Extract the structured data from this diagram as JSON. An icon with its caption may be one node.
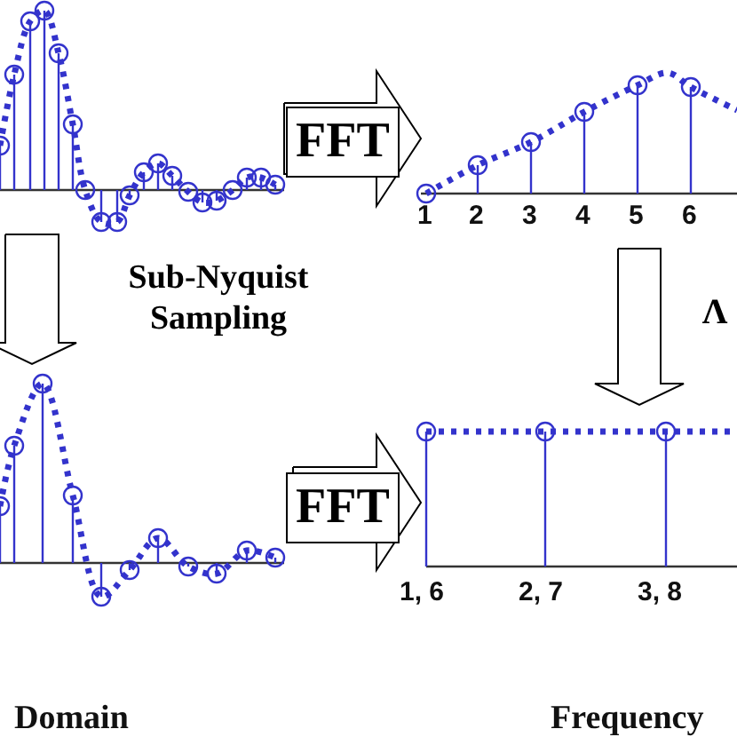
{
  "diagram": {
    "nodes": [
      {
        "text": [],
        "shape": "chart"
      },
      {
        "text": [],
        "shape": "chart"
      },
      {
        "text": [],
        "shape": "chart"
      },
      {
        "text": [],
        "shape": "chart"
      }
    ],
    "edges": [
      {
        "from": 0,
        "to": 1,
        "arrow": "to",
        "label": "FFT"
      },
      {
        "from": 0,
        "to": 2,
        "arrow": "to",
        "label": "Sub-Nyquist Sampling"
      },
      {
        "from": 1,
        "to": 3,
        "arrow": "to",
        "label": "Λ"
      },
      {
        "from": 2,
        "to": 3,
        "arrow": "to",
        "label": "FFT"
      }
    ],
    "labels": [
      "1",
      "2",
      "3",
      "4",
      "5",
      "6",
      "Domain",
      "1, 6",
      "2, 7",
      "3, 8",
      "Frequency"
    ]
  }
}
